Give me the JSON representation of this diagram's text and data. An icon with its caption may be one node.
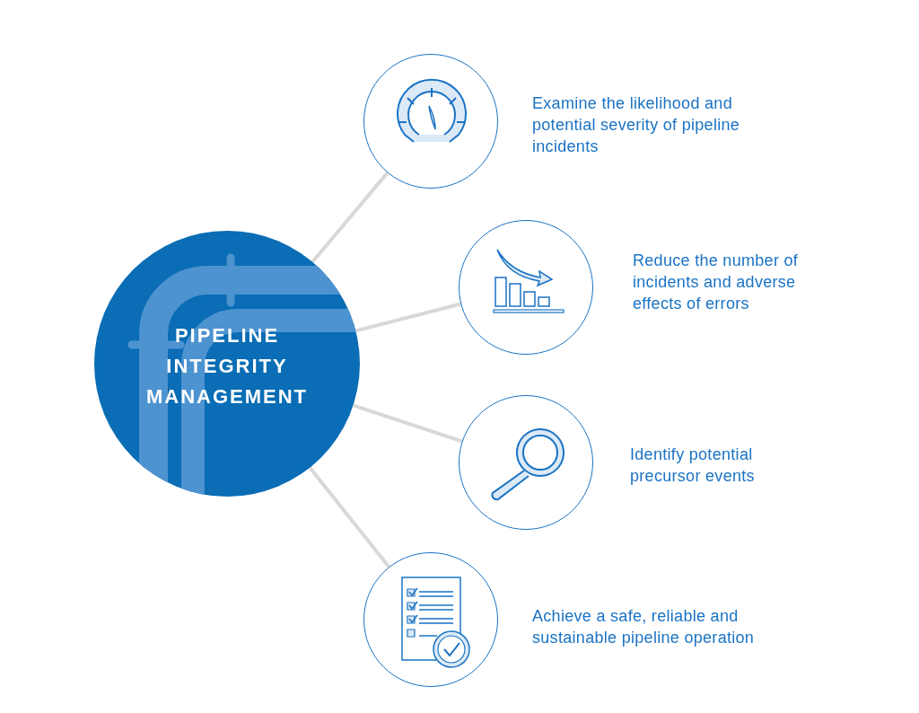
{
  "diagram": {
    "nodes": [
      {
        "text": [
          "PIPELINE INTEGRITY MANAGEMENT"
        ]
      },
      {
        "text": [],
        "shape": "circle",
        "beside": [
          "Examine the likelihood and potential severity of pipeline incidents"
        ]
      },
      {
        "text": [],
        "shape": "circle",
        "beside": [
          "Reduce the number of incidents and adverse effects of errors"
        ]
      },
      {
        "text": [],
        "shape": "circle",
        "beside": [
          "Identify potential precursor events"
        ]
      },
      {
        "text": [],
        "shape": "circle",
        "beside": [
          "Achieve a safe, reliable and sustainable pipeline operation"
        ]
      }
    ],
    "edges": [
      {
        "from": 0,
        "to": 1,
        "arrow": "none"
      },
      {
        "from": 0,
        "to": 2,
        "arrow": "none"
      },
      {
        "from": 0,
        "to": 3,
        "arrow": "none"
      },
      {
        "from": 0,
        "to": 4,
        "arrow": "none"
      }
    ]
  }
}
